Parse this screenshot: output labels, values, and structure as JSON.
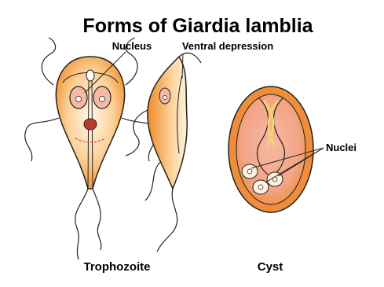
{
  "title": "Forms of Giardia lamblia",
  "labels": {
    "nucleus": "Nucleus",
    "ventral_depression": "Ventral depression",
    "nuclei": "Nuclei",
    "trophozoite": "Trophozoite",
    "cyst": "Cyst"
  },
  "colors": {
    "orange": "#f08a24",
    "light_orange": "#fbd29a",
    "cream": "#fff2dc",
    "pink": "#f4a18a",
    "cyst_outer": "#ef8d3a",
    "cyst_inner": "#f3a487",
    "outline": "#222222"
  }
}
